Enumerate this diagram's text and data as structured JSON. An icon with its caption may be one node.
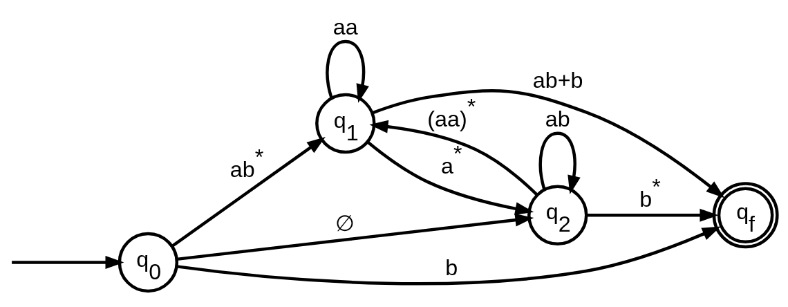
{
  "diagram": {
    "nodes": [
      {
        "text": [
          "q$_{0}$"
        ]
      },
      {
        "text": [
          "q$_{1}$"
        ]
      },
      {
        "text": [
          "q$_{2}$"
        ]
      },
      {
        "text": [
          "q$_{f}$"
        ]
      }
    ],
    "edges": [
      {
        "from": null,
        "to": 0,
        "arrow": "to"
      },
      {
        "from": 0,
        "to": 1,
        "arrow": "to",
        "label": "ab$^{*}$"
      },
      {
        "from": 0,
        "to": 2,
        "arrow": "to",
        "label": "∅"
      },
      {
        "from": 0,
        "to": 3,
        "arrow": "to",
        "label": "b"
      },
      {
        "from": 1,
        "to": 1,
        "arrow": "to",
        "label": "aa"
      },
      {
        "from": 1,
        "to": 3,
        "arrow": "to",
        "label": "ab+b"
      },
      {
        "from": 1,
        "to": 2,
        "arrow": "to",
        "label": "a$^{*}$"
      },
      {
        "from": 2,
        "to": 1,
        "arrow": "to",
        "label": "(aa)$^{*}$"
      },
      {
        "from": 2,
        "to": 2,
        "arrow": "to",
        "label": "ab"
      },
      {
        "from": 2,
        "to": 3,
        "arrow": "to",
        "label": "b$^{*}$"
      }
    ]
  }
}
